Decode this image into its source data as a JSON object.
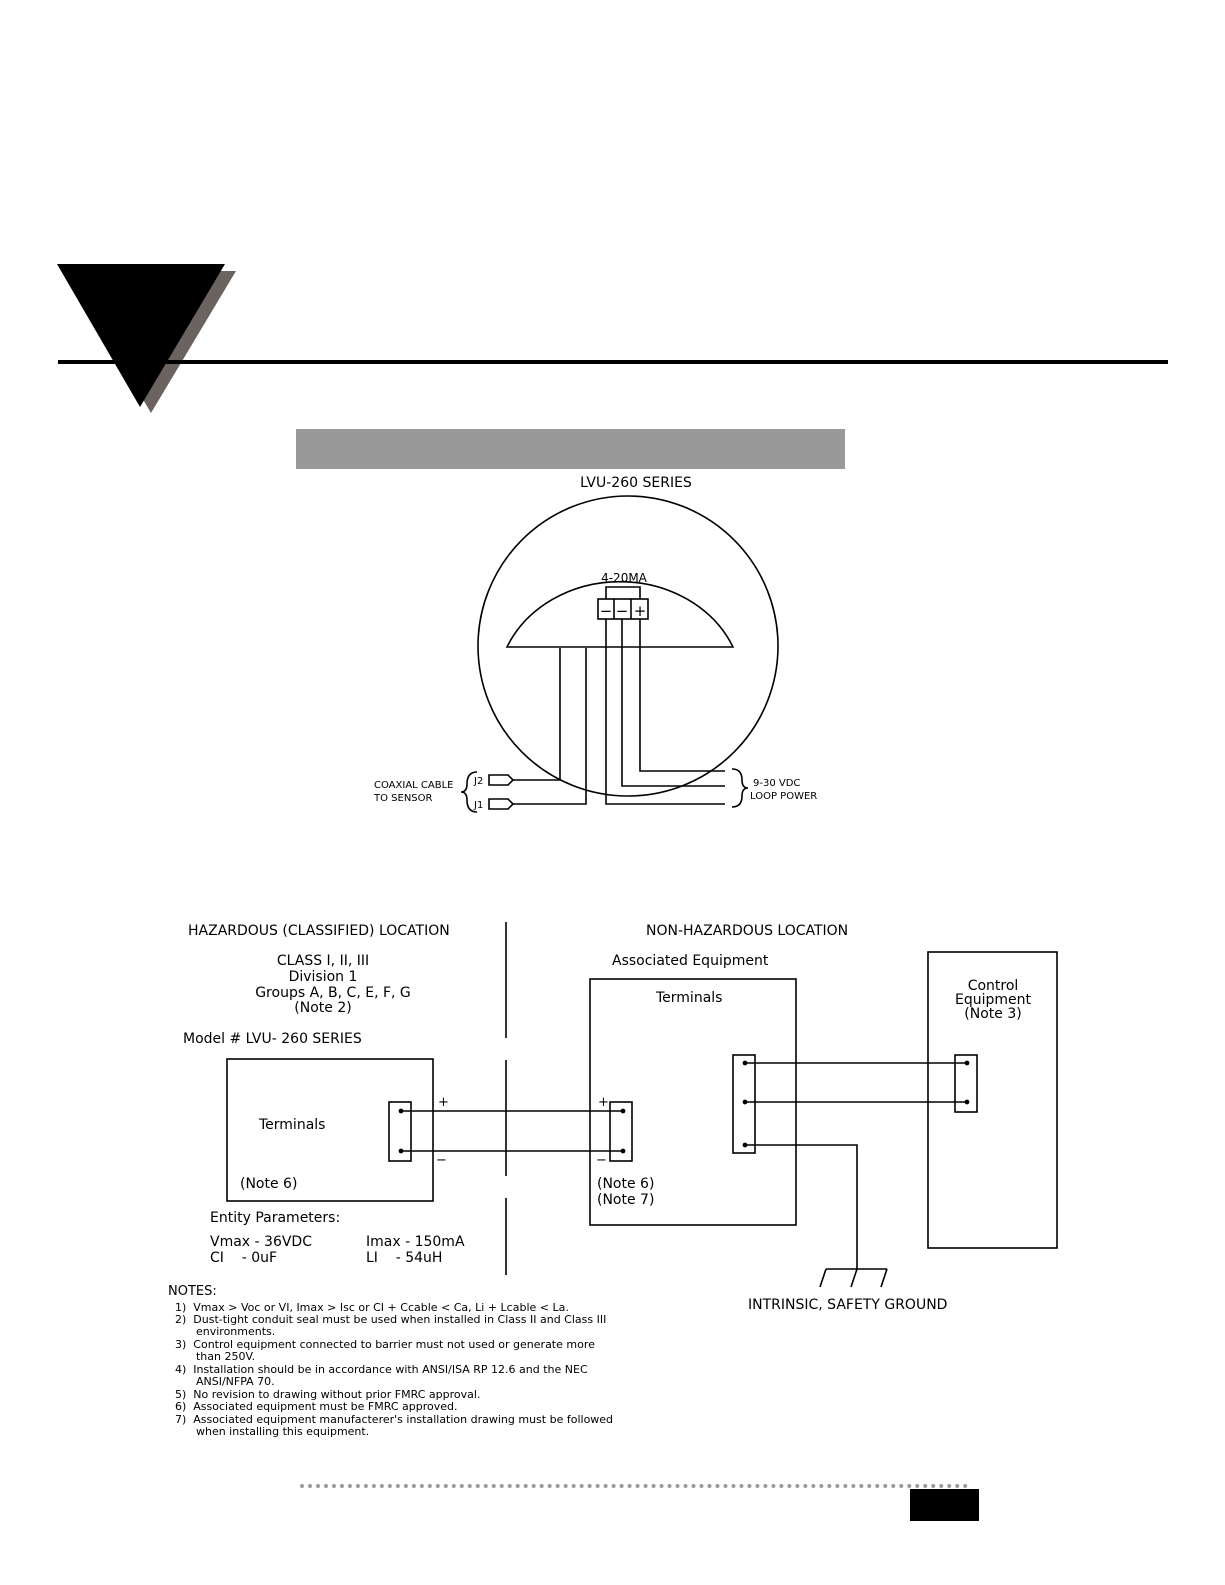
{
  "series_title": "LVU-260 SERIES",
  "enclosure": {
    "terminal_label": "4-20MA",
    "terminal_signs": [
      "−",
      "−",
      "+"
    ],
    "left_bracket_label_line1": "COAXIAL CABLE",
    "left_bracket_label_line2": "TO SENSOR",
    "connector_j2": "J2",
    "connector_j1": "J1",
    "power_line1": "9-30 VDC",
    "power_line2": "LOOP POWER"
  },
  "hazardous": {
    "heading": "HAZARDOUS (CLASSIFIED) LOCATION",
    "class_line": "CLASS I, II, III",
    "division_line": "Division 1",
    "groups_line": "Groups A, B, C, E, F, G",
    "note_line": "(Note 2)",
    "model_line": "Model # LVU- 260 SERIES",
    "terminals_label": "Terminals",
    "box_note": "(Note 6)",
    "plus_sign": "+",
    "minus_sign": "−"
  },
  "entity": {
    "heading": "Entity Parameters:",
    "vmax": "Vmax - 36VDC",
    "imax": "Imax - 150mA",
    "ci": "CI    - 0uF",
    "li": "LI    - 54uH"
  },
  "non_hazardous": {
    "heading": "NON-HAZARDOUS LOCATION",
    "assoc_heading": "Associated Equipment",
    "terminals_label": "Terminals",
    "box_note1": "(Note 6)",
    "box_note2": "(Note 7)",
    "plus_sign": "+",
    "minus_sign": "−",
    "control_line1": "Control",
    "control_line2": "Equipment",
    "control_line3": "(Note 3)",
    "ground_label": "INTRINSIC, SAFETY GROUND"
  },
  "notes": {
    "heading": "NOTES:",
    "lines": [
      "1)  Vmax > Voc or VI, Imax > Isc or CI + Ccable < Ca, Li + Lcable < La.",
      "2)  Dust-tight conduit seal must be used when installed in Class II and Class III",
      "      environments.",
      "3)  Control equipment connected to barrier must not used or generate more",
      "      than 250V.",
      "4)  Installation should be in accordance with ANSI/ISA RP 12.6 and the NEC",
      "      ANSI/NFPA 70.",
      "5)  No revision to drawing without prior FMRC approval.",
      "6)  Associated equipment must be FMRC approved.",
      "7)  Associated equipment manufacterer's installation drawing must be followed",
      "      when installing this equipment."
    ]
  }
}
